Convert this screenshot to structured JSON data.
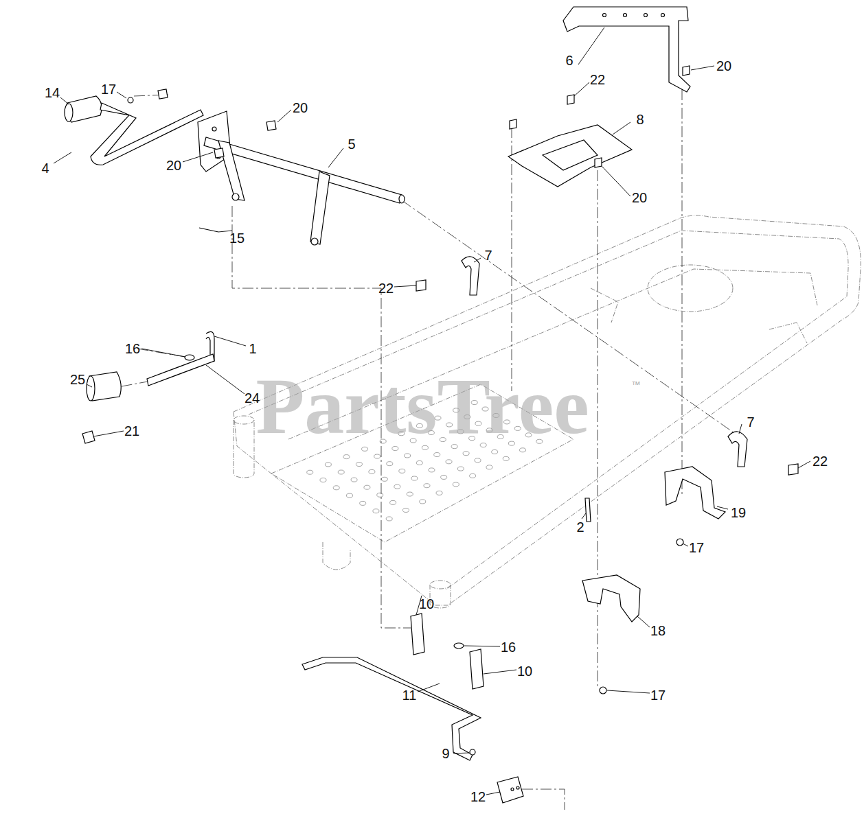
{
  "diagram": {
    "labels": [
      "14",
      "17",
      "20",
      "4",
      "20",
      "5",
      "6",
      "20",
      "22",
      "8",
      "20",
      "15",
      "7",
      "22",
      "1",
      "16",
      "25",
      "24",
      "21",
      "7",
      "22",
      "19",
      "17",
      "2",
      "10",
      "16",
      "10",
      "11",
      "18",
      "17",
      "9",
      "12",
      "PartsTree",
      "™"
    ]
  }
}
